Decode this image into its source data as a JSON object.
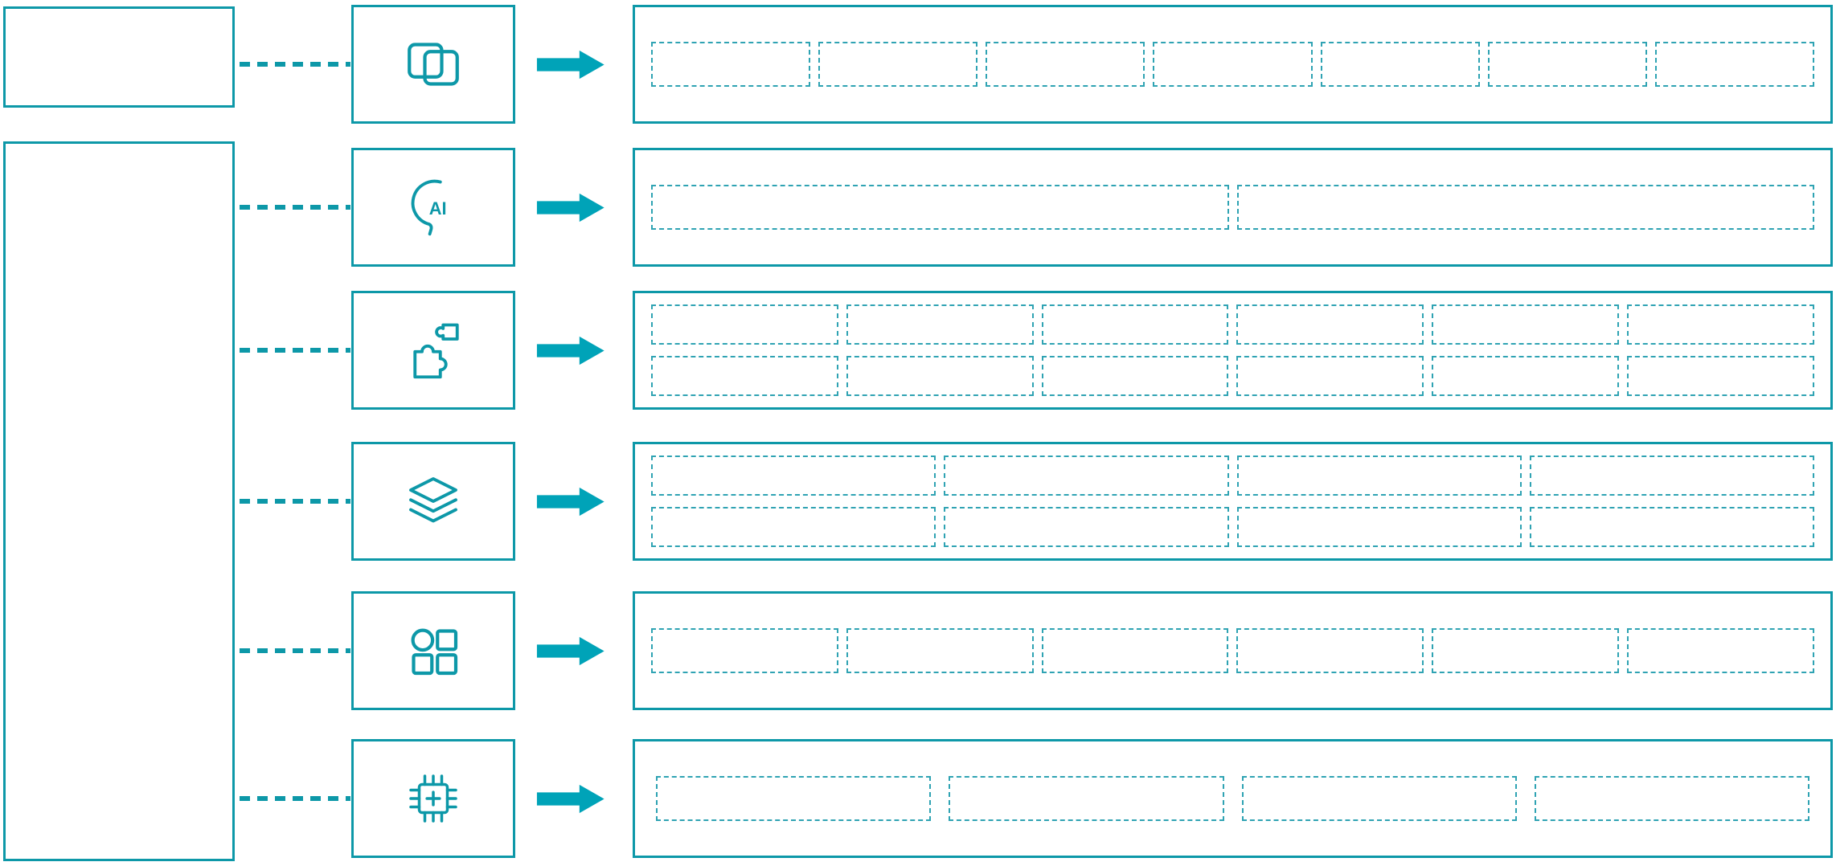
{
  "diagram": {
    "palette": {
      "primary": "#0d98a8",
      "arrow": "#00a3b8",
      "placeholder": "#2fa3b3",
      "background": "#ffffff"
    },
    "rows": [
      {
        "icon": "overlapping-squares-icon",
        "placeholder_rows": [
          7
        ]
      },
      {
        "icon": "ai-head-icon",
        "icon_text": "AI",
        "placeholder_rows": [
          2
        ]
      },
      {
        "icon": "puzzle-icon",
        "placeholder_rows": [
          6,
          6
        ]
      },
      {
        "icon": "layers-icon",
        "placeholder_rows": [
          4,
          4
        ]
      },
      {
        "icon": "category-grid-icon",
        "placeholder_rows": [
          6
        ]
      },
      {
        "icon": "chip-plus-icon",
        "placeholder_rows": [
          4
        ]
      }
    ]
  }
}
